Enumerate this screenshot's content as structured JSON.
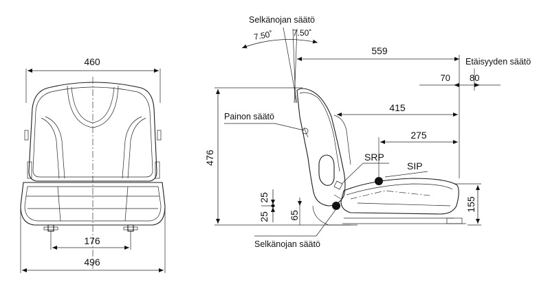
{
  "front_view": {
    "width_top": "460",
    "width_bottom": "496",
    "rail_span": "176"
  },
  "side_view": {
    "backrest_label": "Selkänojan säätö",
    "angle_left": "7.50˚",
    "angle_right": "7.50˚",
    "depth_559": "559",
    "distance_label": "Etäisyyden säätö",
    "dist_70": "70",
    "dist_80": "80",
    "weight_label": "Painon säätö",
    "depth_415": "415",
    "depth_275": "275",
    "srp": "SRP",
    "sip": "SIP",
    "height_476": "476",
    "dim_25a": "25",
    "dim_25b": "25",
    "dim_65": "65",
    "height_155": "155",
    "backrest_label_bottom": "Selkänojan säätö"
  }
}
